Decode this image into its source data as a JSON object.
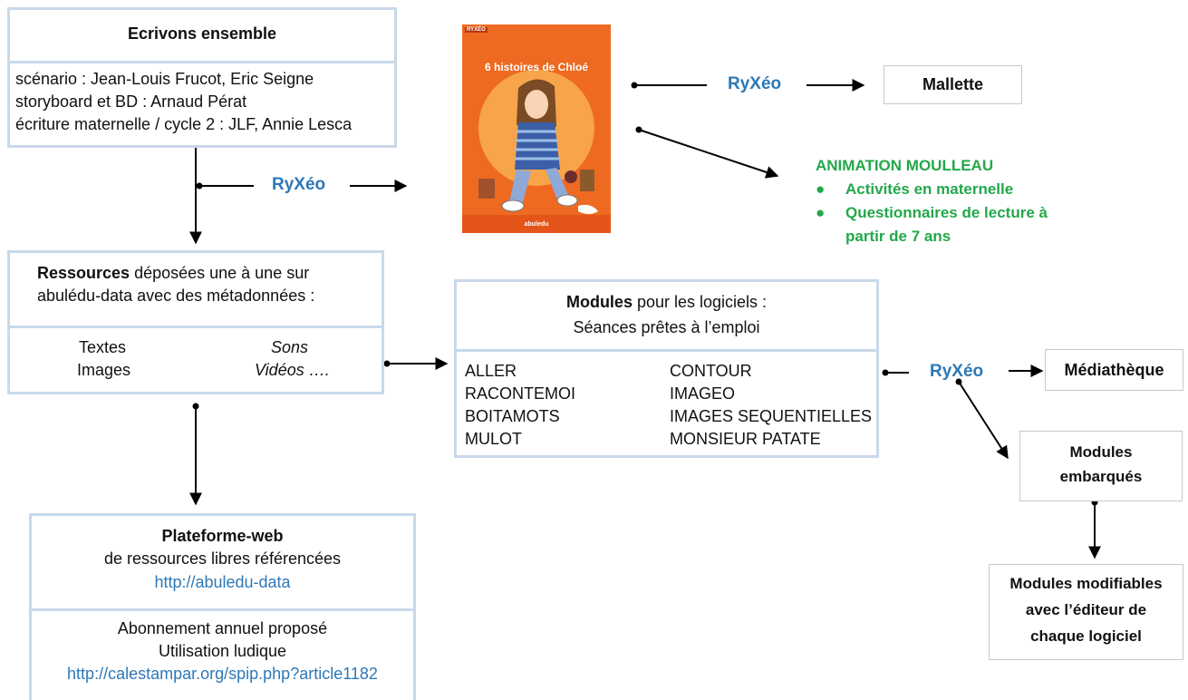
{
  "ecrivons": {
    "title": "Ecrivons ensemble",
    "lines": [
      "scénario : Jean-Louis Frucot, Eric Seigne",
      "storyboard et BD : Arnaud Pérat",
      "écriture maternelle / cycle 2 : JLF, Annie Lesca"
    ]
  },
  "book": {
    "title": "6 histoires de Chloé",
    "top_label": "RYXÉO",
    "bottom_label": "abuledu"
  },
  "ryxeo_label": "RyXéo",
  "mallette": "Mallette",
  "animation": {
    "title": "ANIMATION MOULLEAU",
    "items": [
      "Activités en maternelle",
      "Questionnaires de lecture à partir de 7 ans"
    ]
  },
  "ressources": {
    "bold": "Ressources",
    "text": " déposées une à une sur abulédu-data avec des métadonnées :",
    "col1": [
      "Textes",
      "Images"
    ],
    "col2": [
      "Sons",
      "Vidéos …."
    ]
  },
  "modules": {
    "bold": "Modules",
    "text": " pour les logiciels :",
    "subtitle": "Séances prêtes à l’emploi",
    "col1": [
      "ALLER",
      "RACONTEMOI",
      "BOITAMOTS",
      "MULOT"
    ],
    "col2": [
      "CONTOUR",
      "IMAGEO",
      "IMAGES SEQUENTIELLES",
      "MONSIEUR PATATE"
    ]
  },
  "mediatheque": "Médiathèque",
  "embarques": "Modules embarqués",
  "modifiables": "Modules modifiables avec l’éditeur de chaque logiciel",
  "plateforme": {
    "title": "Plateforme-web",
    "subtitle": "de ressources libres référencées",
    "link": "http://abuledu-data",
    "abonnement": "Abonnement annuel proposé",
    "utilisation": "Utilisation ludique",
    "link2": "http://calestampar.org/spip.php?article1182"
  },
  "colors": {
    "box_border": "#c9d9ea",
    "ryxeo": "#2e78b7",
    "animation": "#22a84a",
    "book_bg": "#ee6a21"
  }
}
